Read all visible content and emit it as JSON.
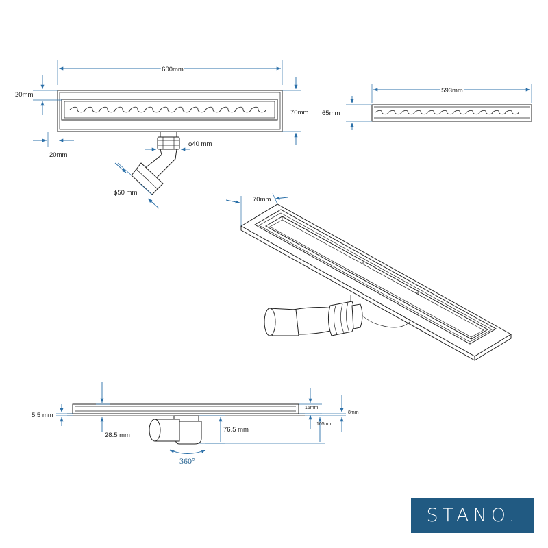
{
  "top_view": {
    "length": "600mm",
    "frame": "20mm",
    "width": "70mm",
    "outlet_small": "ϕ40 mm",
    "outlet_large": "ϕ50 mm"
  },
  "side_view": {
    "length": "593mm",
    "height": "65mm"
  },
  "iso_view": {
    "width": "70mm"
  },
  "section_view": {
    "cover": "5.5 mm",
    "frame_depth": "28.5 mm",
    "outlet_depth": "76.5 mm",
    "grate": "15mm",
    "flange": "8mm",
    "total_depth": "105mm",
    "rotation": "360°"
  },
  "brand": {
    "logo": "STANO."
  },
  "colors": {
    "dimension": "#2a6fa8",
    "outline": "#222222",
    "logo_bg": "#215a82"
  }
}
